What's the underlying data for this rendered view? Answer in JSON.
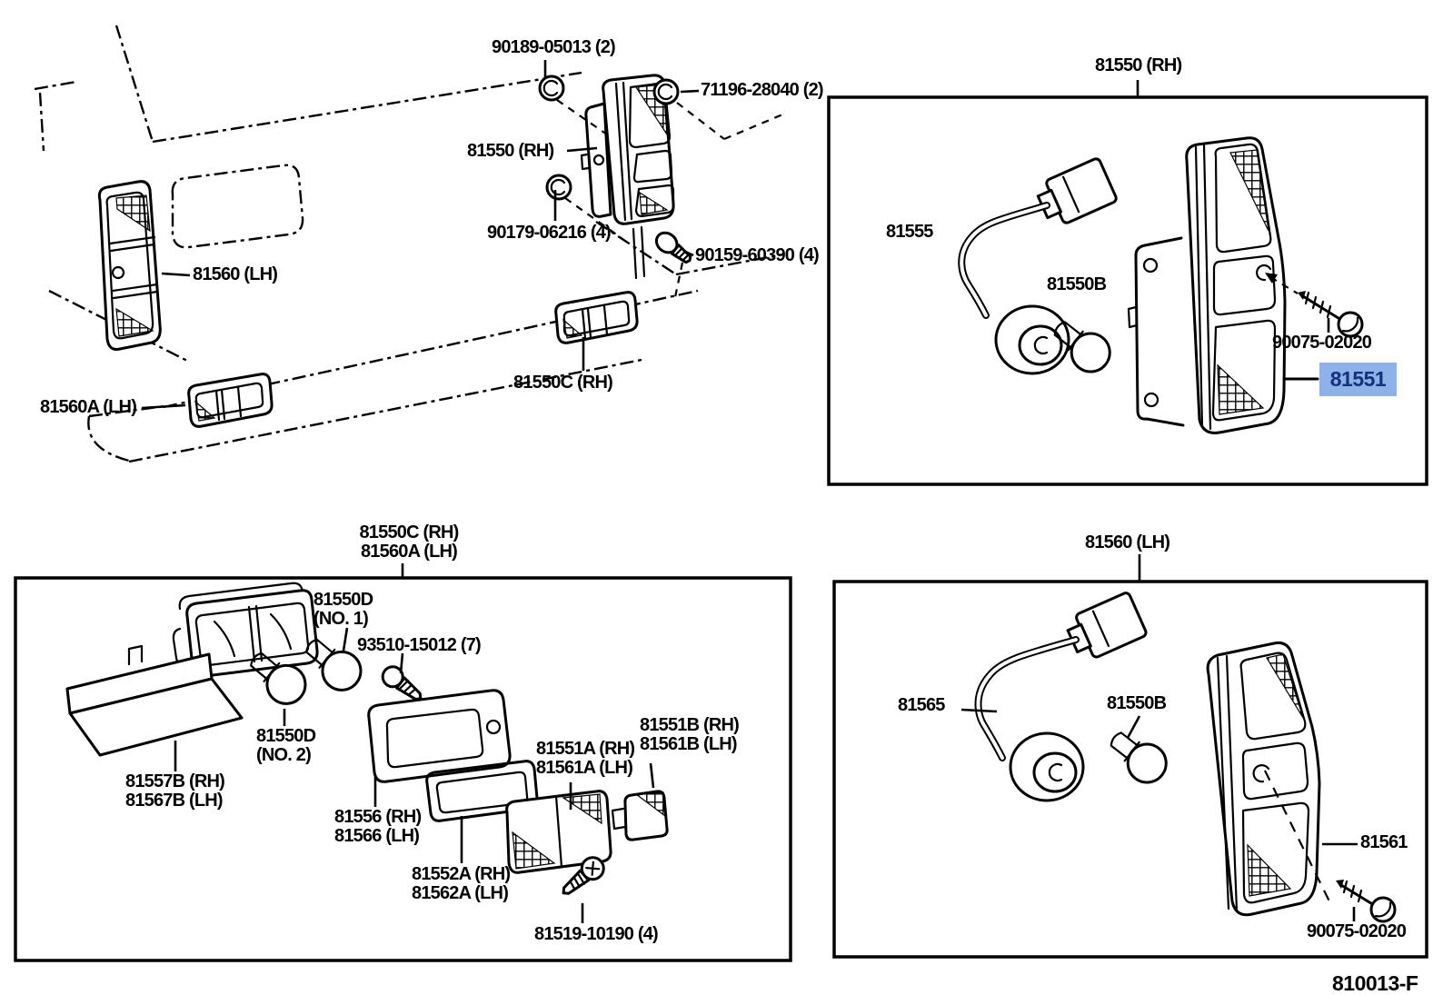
{
  "colors": {
    "line": "#000000",
    "background": "#ffffff",
    "highlight_bg": "#8cb2e9",
    "highlight_text": "#16307d"
  },
  "footer": {
    "drawing_code": "810013-F"
  },
  "overview": {
    "labels": {
      "nut_90189": "90189-05013 (2)",
      "bolt_71196": "71196-28040 (2)",
      "lamp_rh": "81550 (RH)",
      "nut_90179": "90179-06216 (4)",
      "screw_90159": "90159-60390 (4)",
      "lamp_lh": "81560 (LH)",
      "license_lamp_rh": "81550C (RH)",
      "license_lamp_lh": "81560A (LH)"
    }
  },
  "box_rh": {
    "title": "81550 (RH)",
    "labels": {
      "socket_wire": "81555",
      "bulb": "81550B",
      "screw": "90075-02020",
      "lens_body_highlighted": "81551"
    }
  },
  "box_license": {
    "title": {
      "line1": "81550C (RH)",
      "line2": "81560A (LH)"
    },
    "labels": {
      "bulb1": {
        "line1": "81550D",
        "line2": "(NO. 1)"
      },
      "screw_small": "93510-15012 (7)",
      "bulb2": {
        "line1": "81550D",
        "line2": "(NO. 2)"
      },
      "retainer": {
        "line1": "81557B (RH)",
        "line2": "81567B (LH)"
      },
      "body": {
        "line1": "81556 (RH)",
        "line2": "81566 (LH)"
      },
      "gasket": {
        "line1": "81552A (RH)",
        "line2": "81562A (LH)"
      },
      "lens": {
        "line1": "81551A (RH)",
        "line2": "81561A (LH)"
      },
      "reflector": {
        "line1": "81551B (RH)",
        "line2": "81561B (LH)"
      },
      "screw_tapping": "81519-10190 (4)"
    }
  },
  "box_lh": {
    "title": "81560 (LH)",
    "labels": {
      "socket_wire": "81565",
      "bulb": "81550B",
      "lens_body": "81561",
      "screw": "90075-02020"
    }
  }
}
